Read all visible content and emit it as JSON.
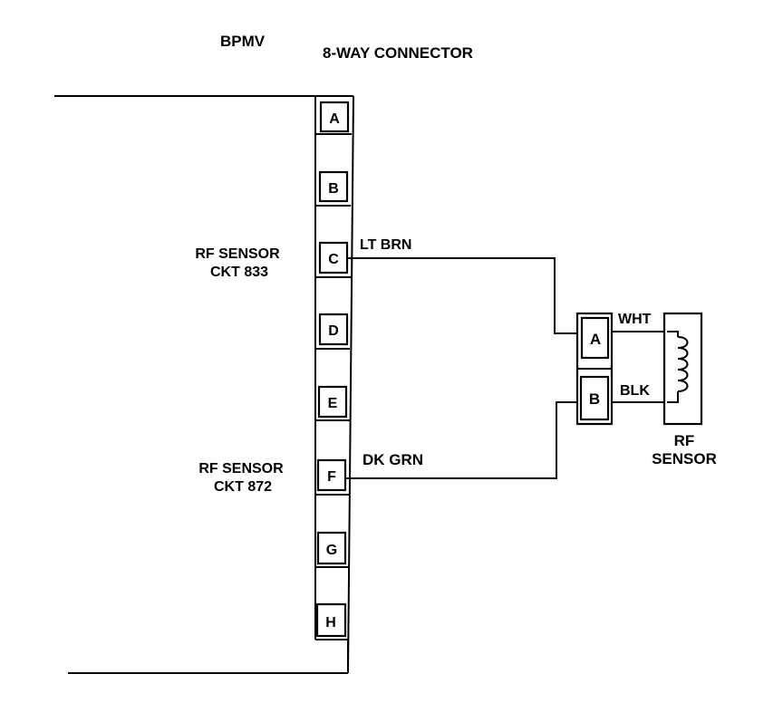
{
  "module": {
    "title": "BPMV"
  },
  "connector": {
    "title": "8-WAY CONNECTOR",
    "pins": [
      "A",
      "B",
      "C",
      "D",
      "E",
      "F",
      "G",
      "H"
    ]
  },
  "circuits": [
    {
      "label_line1": "RF SENSOR",
      "label_line2": "CKT 833",
      "pin": "C",
      "wire_color": "LT BRN"
    },
    {
      "label_line1": "RF SENSOR",
      "label_line2": "CKT 872",
      "pin": "F",
      "wire_color": "DK GRN"
    }
  ],
  "sensor_connector": {
    "pins": [
      "A",
      "B"
    ],
    "wires": [
      "WHT",
      "BLK"
    ]
  },
  "sensor": {
    "label_line1": "RF",
    "label_line2": "SENSOR"
  }
}
